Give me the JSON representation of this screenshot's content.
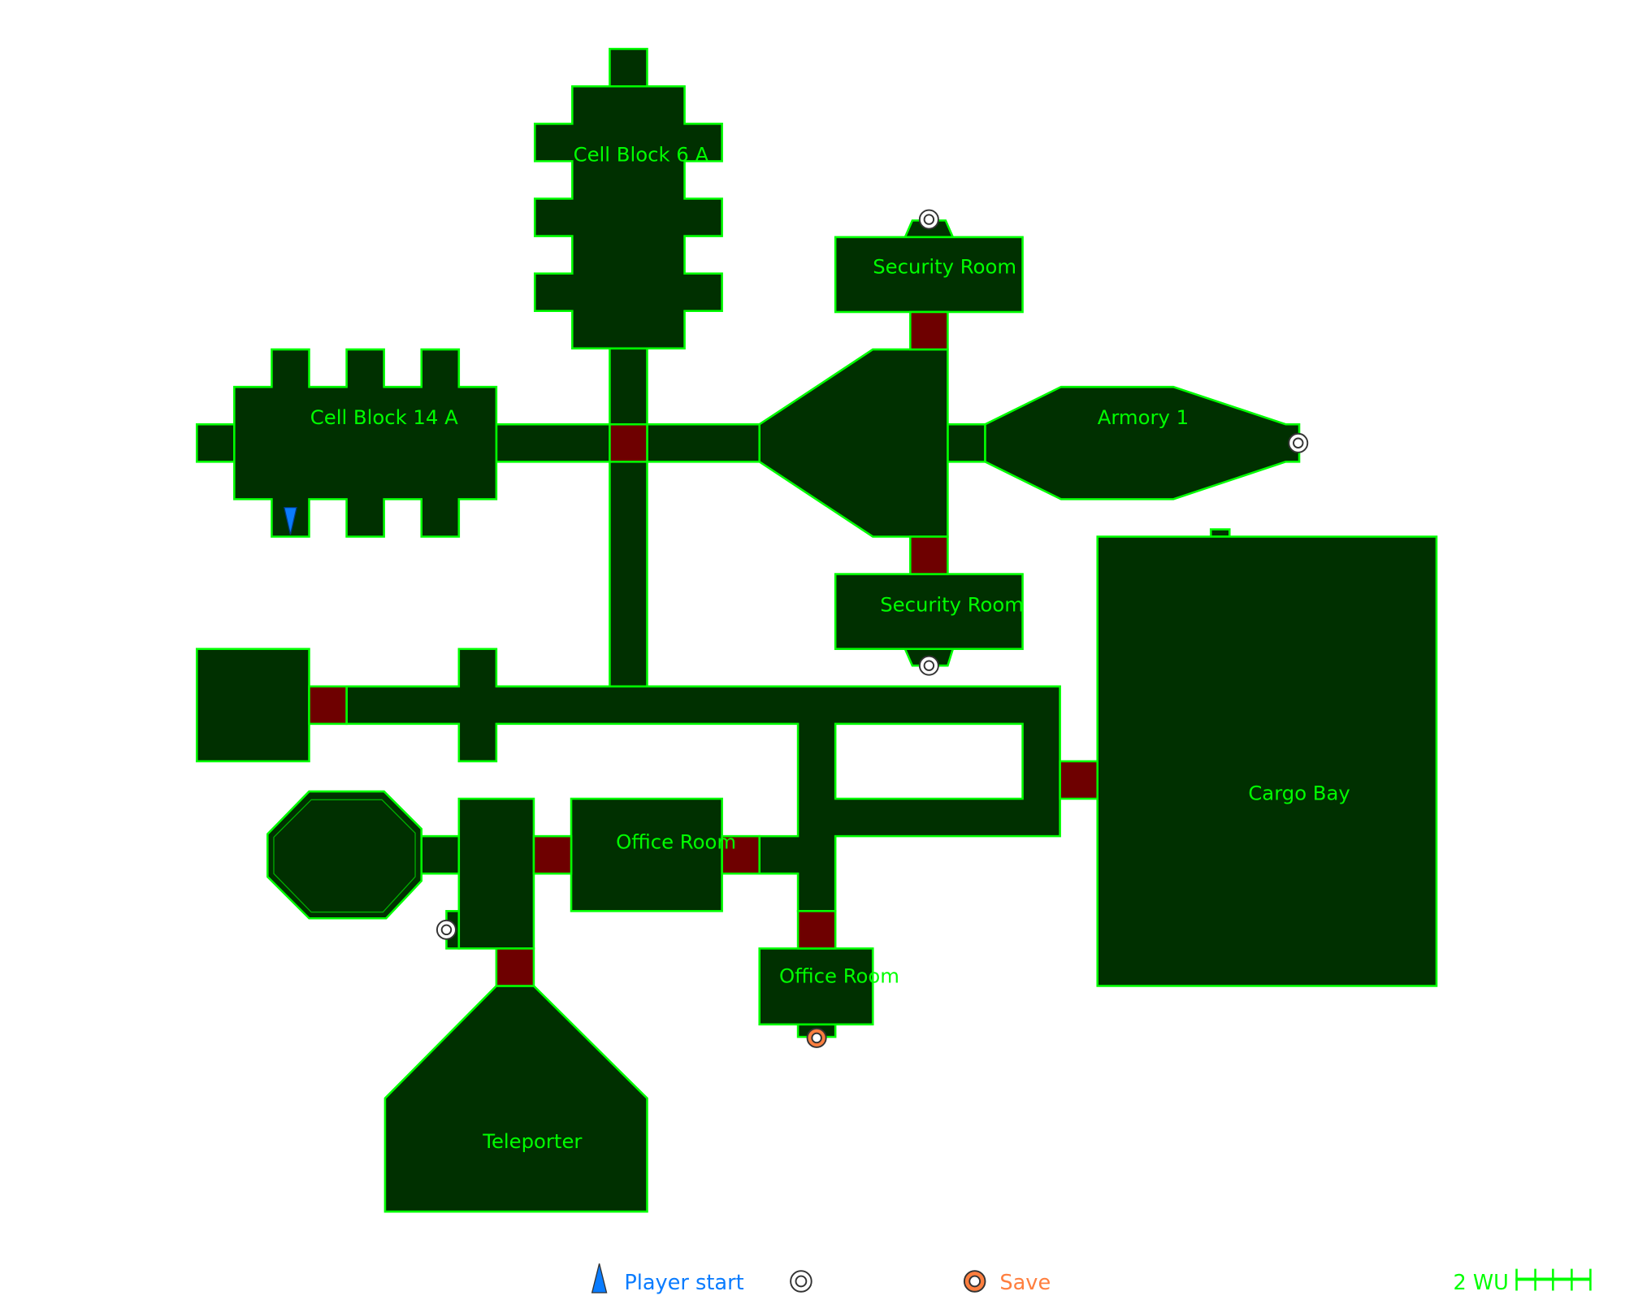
{
  "map": {
    "rooms": [
      {
        "id": "cell6a",
        "label": "Cell Block 6 A"
      },
      {
        "id": "cell14a",
        "label": "Cell Block 14 A"
      },
      {
        "id": "sec1",
        "label": "Security Room"
      },
      {
        "id": "sec2",
        "label": "Security Room"
      },
      {
        "id": "armory",
        "label": "Armory 1"
      },
      {
        "id": "cargo",
        "label": "Cargo Bay"
      },
      {
        "id": "office1",
        "label": "Office Room"
      },
      {
        "id": "office2",
        "label": "Office Room"
      },
      {
        "id": "teleporter",
        "label": "Teleporter"
      }
    ]
  },
  "legend": {
    "player_start": "Player start",
    "save": "Save",
    "scale": "2 WU"
  },
  "colors": {
    "room_fill": "#003000",
    "wall": "#00ff00",
    "door": "#6e0000",
    "player": "#0a7cff",
    "save": "#ff7f3f"
  }
}
